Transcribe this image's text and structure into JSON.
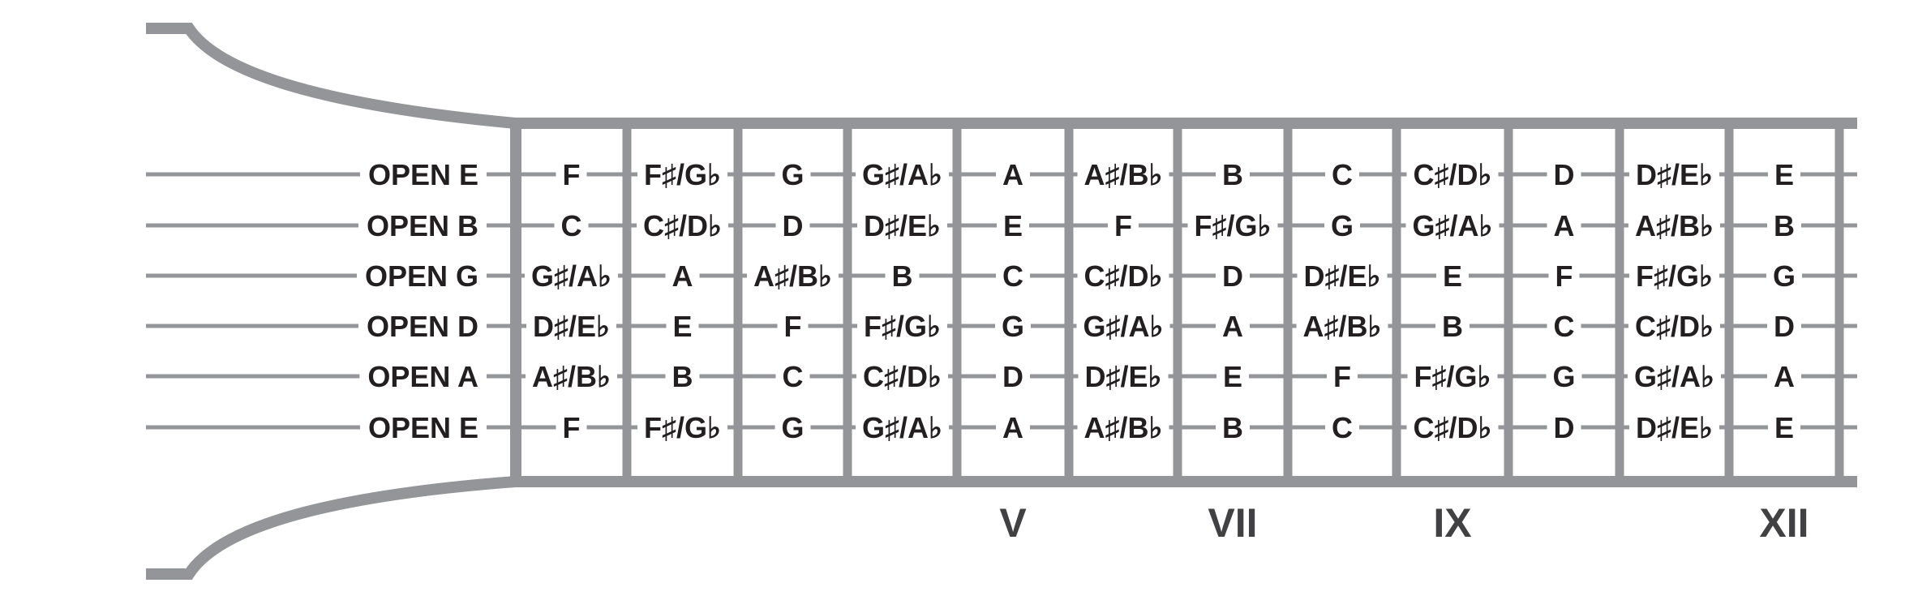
{
  "colors": {
    "frame": "#939598",
    "string": "#939598",
    "text": "#231f20",
    "marker_text": "#414042",
    "background": "#ffffff"
  },
  "strings": [
    {
      "open_label": "OPEN E",
      "notes": [
        "F",
        "F♯/G♭",
        "G",
        "G♯/A♭",
        "A",
        "A♯/B♭",
        "B",
        "C",
        "C♯/D♭",
        "D",
        "D♯/E♭",
        "E"
      ]
    },
    {
      "open_label": "OPEN B",
      "notes": [
        "C",
        "C♯/D♭",
        "D",
        "D♯/E♭",
        "E",
        "F",
        "F♯/G♭",
        "G",
        "G♯/A♭",
        "A",
        "A♯/B♭",
        "B"
      ]
    },
    {
      "open_label": "OPEN G",
      "notes": [
        "G♯/A♭",
        "A",
        "A♯/B♭",
        "B",
        "C",
        "C♯/D♭",
        "D",
        "D♯/E♭",
        "E",
        "F",
        "F♯/G♭",
        "G"
      ]
    },
    {
      "open_label": "OPEN D",
      "notes": [
        "D♯/E♭",
        "E",
        "F",
        "F♯/G♭",
        "G",
        "G♯/A♭",
        "A",
        "A♯/B♭",
        "B",
        "C",
        "C♯/D♭",
        "D"
      ]
    },
    {
      "open_label": "OPEN A",
      "notes": [
        "A♯/B♭",
        "B",
        "C",
        "C♯/D♭",
        "D",
        "D♯/E♭",
        "E",
        "F",
        "F♯/G♭",
        "G",
        "G♯/A♭",
        "A"
      ]
    },
    {
      "open_label": "OPEN E",
      "notes": [
        "F",
        "F♯/G♭",
        "G",
        "G♯/A♭",
        "A",
        "A♯/B♭",
        "B",
        "C",
        "C♯/D♭",
        "D",
        "D♯/E♭",
        "E"
      ]
    }
  ],
  "fret_markers": [
    {
      "fret": 5,
      "label": "V"
    },
    {
      "fret": 7,
      "label": "VII"
    },
    {
      "fret": 9,
      "label": "IX"
    },
    {
      "fret": 12,
      "label": "XII"
    }
  ]
}
